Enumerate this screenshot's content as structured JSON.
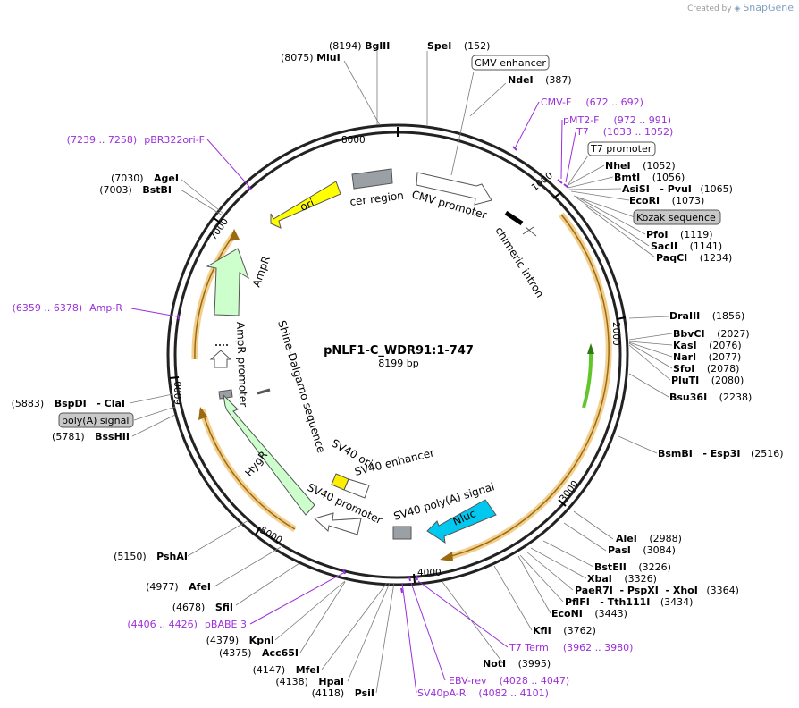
{
  "credit": {
    "prefix": "Created by",
    "brand": "SnapGene"
  },
  "plasmid": {
    "name": "pNLF1-C_WDR91:1-747",
    "length": "8199 bp"
  },
  "ticks": [
    "1000",
    "2000",
    "3000",
    "4000",
    "5000",
    "6000",
    "7000",
    "8000"
  ],
  "features": {
    "ori": "ori",
    "cer": "cer region",
    "cmv_promoter": "CMV promoter",
    "chimeric_intron": "chimeric intron",
    "ampr": "AmpR",
    "ampr_promoter": "AmpR promoter",
    "shine": "Shine-Dalgarno sequence",
    "sv40_ori": "SV40 ori",
    "sv40_enhancer": "SV40 enhancer",
    "sv40_promoter": "SV40 promoter",
    "sv40_polya": "SV40 poly(A) signal",
    "hygr": "HygR",
    "nluc": "Nluc"
  },
  "boxed": {
    "cmv_enhancer": "CMV enhancer",
    "t7_promoter": "T7 promoter",
    "kozak": "Kozak sequence",
    "polya": "poly(A) signal"
  },
  "sites": [
    {
      "pos": "(8194)",
      "name": "BglII"
    },
    {
      "name": "SpeI",
      "pos": "(152)"
    },
    {
      "pos": "(8075)",
      "name": "MluI"
    },
    {
      "name": "NdeI",
      "pos": "(387)"
    },
    {
      "name": "NheI",
      "pos": "(1052)"
    },
    {
      "name": "BmtI",
      "pos": "(1056)"
    },
    {
      "name": "AsiSI   - PvuI",
      "pos": "(1065)"
    },
    {
      "name": "EcoRI",
      "pos": "(1073)"
    },
    {
      "name": "PfoI",
      "pos": "(1119)"
    },
    {
      "name": "SacII",
      "pos": "(1141)"
    },
    {
      "name": "PaqCI",
      "pos": "(1234)"
    },
    {
      "name": "DraIII",
      "pos": "(1856)"
    },
    {
      "name": "BbvCI",
      "pos": "(2027)"
    },
    {
      "name": "KasI",
      "pos": "(2076)"
    },
    {
      "name": "NarI",
      "pos": "(2077)"
    },
    {
      "name": "SfoI",
      "pos": "(2078)"
    },
    {
      "name": "PluTI",
      "pos": "(2080)"
    },
    {
      "name": "Bsu36I",
      "pos": "(2238)"
    },
    {
      "name": "BsmBI   - Esp3I",
      "pos": "(2516)"
    },
    {
      "name": "AleI",
      "pos": "(2988)"
    },
    {
      "name": "PasI",
      "pos": "(3084)"
    },
    {
      "name": "BstEII",
      "pos": "(3226)"
    },
    {
      "name": "XbaI",
      "pos": "(3326)"
    },
    {
      "name": "PaeR7I  - PspXI  - XhoI",
      "pos": "(3364)"
    },
    {
      "name": "PflFI   - Tth111I",
      "pos": "(3434)"
    },
    {
      "name": "EcoNI",
      "pos": "(3443)"
    },
    {
      "name": "KflI",
      "pos": "(3762)"
    },
    {
      "name": "NotI",
      "pos": "(3995)"
    },
    {
      "pos": "(7030)",
      "name": "AgeI"
    },
    {
      "pos": "(7003)",
      "name": "BstBI"
    },
    {
      "pos": "(5883)",
      "name": "BspDI   - ClaI"
    },
    {
      "pos": "(5781)",
      "name": "BssHII"
    },
    {
      "pos": "(5150)",
      "name": "PshAI"
    },
    {
      "pos": "(4977)",
      "name": "AfeI"
    },
    {
      "pos": "(4678)",
      "name": "SfiI"
    },
    {
      "pos": "(4379)",
      "name": "KpnI"
    },
    {
      "pos": "(4375)",
      "name": "Acc65I"
    },
    {
      "pos": "(4147)",
      "name": "MfeI"
    },
    {
      "pos": "(4138)",
      "name": "HpaI"
    },
    {
      "pos": "(4118)",
      "name": "PsiI"
    }
  ],
  "primers": [
    {
      "name": "CMV-F",
      "range": "(672 .. 692)"
    },
    {
      "name": "pMT2-F",
      "range": "(972 .. 991)"
    },
    {
      "name": "T7",
      "range": "(1033 .. 1052)"
    },
    {
      "range": "(7239 .. 7258)",
      "name": "pBR322ori-F"
    },
    {
      "range": "(6359 .. 6378)",
      "name": "Amp-R"
    },
    {
      "range": "(4406 .. 4426)",
      "name": "pBABE 3'"
    },
    {
      "name": "T7 Term",
      "range": "(3962 .. 3980)"
    },
    {
      "name": "EBV-rev",
      "range": "(4028 .. 4047)"
    },
    {
      "name": "SV40pA-R",
      "range": "(4082 .. 4101)"
    }
  ],
  "colors": {
    "ring": "#222222",
    "site_line": "#7a7a7a",
    "primer": "#9b30d9",
    "ori": "#ffff00",
    "ampr": "#ccffcc",
    "orf": "#f8d59a",
    "nluc": "#00c8ee",
    "promoter": "#ffffff",
    "region": "#9aa0a6",
    "sv40_ori": "#ffee00"
  }
}
